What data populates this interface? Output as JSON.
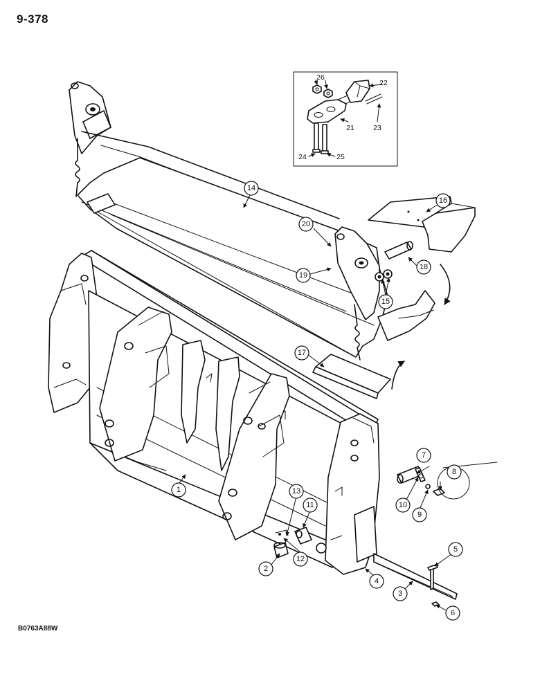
{
  "page": {
    "number": "9-378",
    "drawing_code": "B0763A88W"
  },
  "callouts": {
    "c1": "1",
    "c2": "2",
    "c3": "3",
    "c4": "4",
    "c5": "5",
    "c6": "6",
    "c7": "7",
    "c8": "8",
    "c9": "9",
    "c10": "10",
    "c11": "11",
    "c12": "12",
    "c13": "13",
    "c14": "14",
    "c15": "15",
    "c16": "16",
    "c17": "17",
    "c18": "18",
    "c19": "19",
    "c20": "20"
  },
  "inset": {
    "c21": "21",
    "c22": "22",
    "c23": "23",
    "c24": "24",
    "c25": "25",
    "c26": "26"
  },
  "colors": {
    "ink": "#111111",
    "paper": "#ffffff"
  }
}
